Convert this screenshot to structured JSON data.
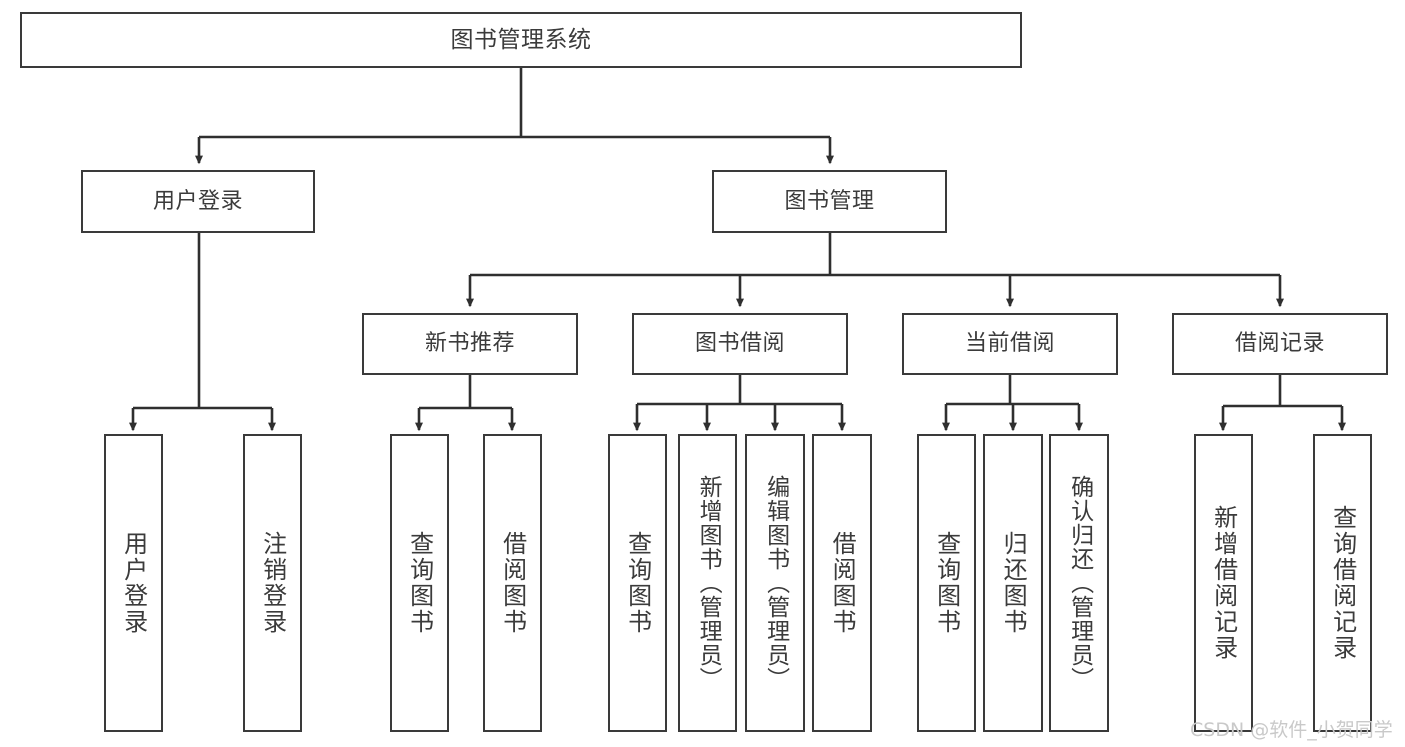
{
  "diagram": {
    "title": "图书管理系统",
    "type": "tree-hierarchy",
    "orientation": "top-down",
    "colors": {
      "box_border": "#3a3a3a",
      "box_fill": "#ffffff",
      "edge": "#2f2f2f",
      "text": "#3b3b3b",
      "watermark": "#c9c9c9",
      "background": "#ffffff"
    }
  },
  "root": {
    "id": "root",
    "label": "图书管理系统"
  },
  "level2": [
    {
      "id": "user-login",
      "label": "用户登录"
    },
    {
      "id": "book-management",
      "label": "图书管理"
    }
  ],
  "level3": [
    {
      "id": "new-book-recommend",
      "label": "新书推荐"
    },
    {
      "id": "book-borrow",
      "label": "图书借阅"
    },
    {
      "id": "current-borrow",
      "label": "当前借阅"
    },
    {
      "id": "borrow-record",
      "label": "借阅记录"
    }
  ],
  "leaves": {
    "user_login": [
      {
        "id": "leaf-user-login",
        "label": "用户登录"
      },
      {
        "id": "leaf-logout-login",
        "label": "注销登录"
      }
    ],
    "new_book_recommend": [
      {
        "id": "leaf-query-book-1",
        "label": "查询图书"
      },
      {
        "id": "leaf-borrow-book-1",
        "label": "借阅图书"
      }
    ],
    "book_borrow": [
      {
        "id": "leaf-query-book-2",
        "label": "查询图书"
      },
      {
        "id": "leaf-add-book",
        "label": "新增图书（管理员）"
      },
      {
        "id": "leaf-edit-book",
        "label": "编辑图书（管理员）"
      },
      {
        "id": "leaf-borrow-book-2",
        "label": "借阅图书"
      }
    ],
    "current_borrow": [
      {
        "id": "leaf-query-book-3",
        "label": "查询图书"
      },
      {
        "id": "leaf-return-book",
        "label": "归还图书"
      },
      {
        "id": "leaf-confirm-return",
        "label": "确认归还（管理员）"
      }
    ],
    "borrow_record": [
      {
        "id": "leaf-add-record",
        "label": "新增借阅记录"
      },
      {
        "id": "leaf-query-record",
        "label": "查询借阅记录"
      }
    ]
  },
  "watermark": {
    "text": "CSDN @软件_小贺同学"
  }
}
